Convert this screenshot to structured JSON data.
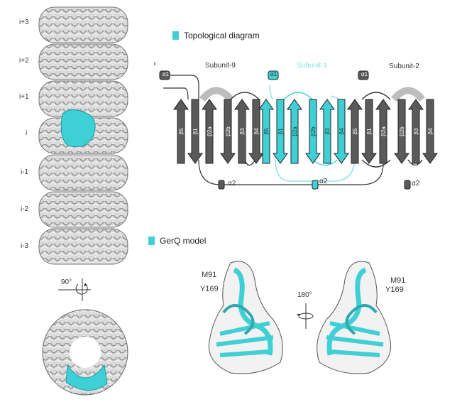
{
  "colors": {
    "accent": "#3fd0d6",
    "gray_strand": "#5a5a5a",
    "gray_light": "#bdbdbd"
  },
  "stack_labels": [
    "i+3",
    "i+2",
    "i+1",
    "i",
    "i-1",
    "i-2",
    "i-3"
  ],
  "rotation_label": "90°",
  "topology": {
    "legend": "Topological diagram",
    "subunits": [
      "Subunit-9",
      "Subunit-1",
      "Subunit-2"
    ],
    "helix_a1": "α1",
    "helix_a2": "α2",
    "strands": [
      "β5",
      "β1",
      "β2a",
      "β2b",
      "β3",
      "β4"
    ]
  },
  "model": {
    "legend": "GerQ model",
    "left_labels": [
      "M91",
      "Y169"
    ],
    "right_labels": [
      "M91",
      "Y169"
    ],
    "rotation": "180°"
  }
}
